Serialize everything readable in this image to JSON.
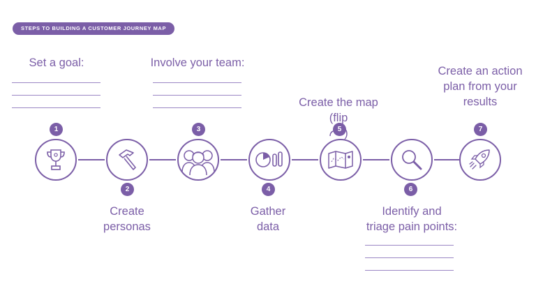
{
  "header": {
    "title": "STEPS TO BUILDING A CUSTOMER JOURNEY MAP"
  },
  "steps": [
    {
      "number": "1",
      "label": "Set a goal:",
      "icon": "trophy-icon"
    },
    {
      "number": "2",
      "label": "Create\npersonas",
      "icon": "hammer-icon"
    },
    {
      "number": "3",
      "label": "Involve your team:",
      "icon": "team-icon"
    },
    {
      "number": "4",
      "label": "Gather\ndata",
      "icon": "data-chart-icon"
    },
    {
      "number": "5",
      "label": "Create the map\n(flip",
      "icon": "map-icon"
    },
    {
      "number": "6",
      "label": "Identify and\ntriage pain points:",
      "icon": "magnifier-icon"
    },
    {
      "number": "7",
      "label": "Create an action\nplan from your\nresults",
      "icon": "rocket-icon"
    }
  ],
  "colors": {
    "accent": "#7b5ea7",
    "line": "#9a86c4"
  }
}
